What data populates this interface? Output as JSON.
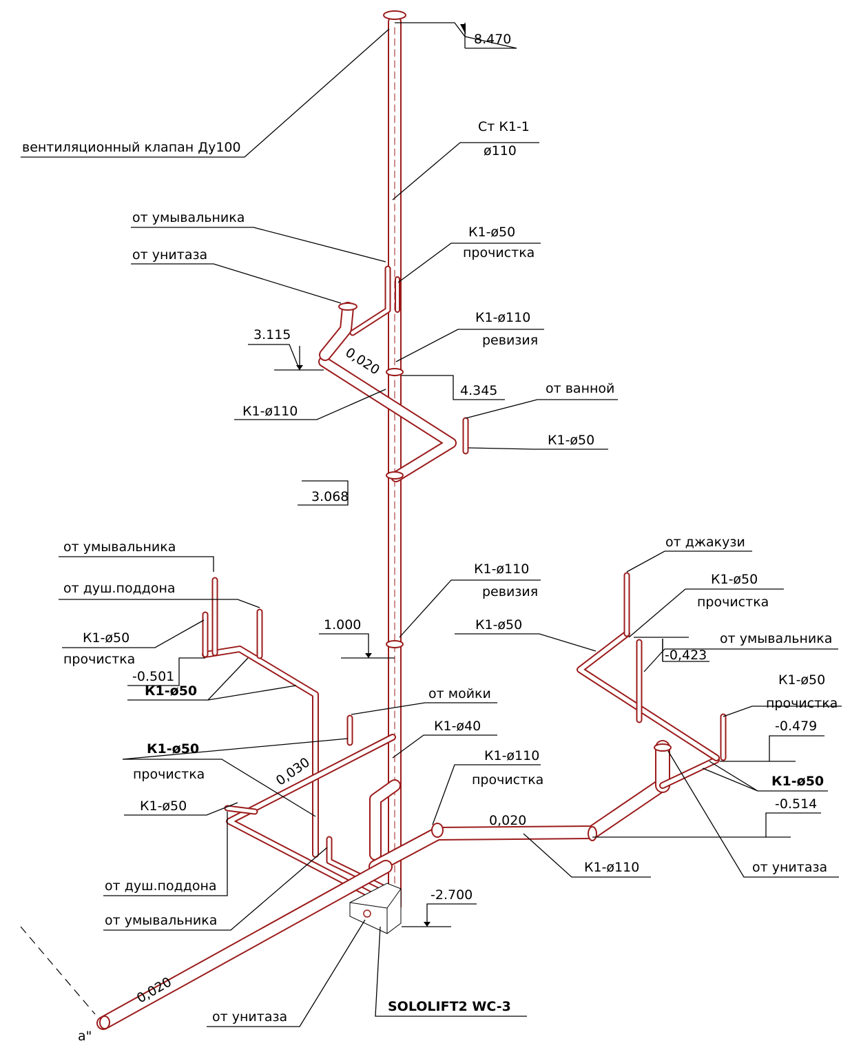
{
  "labels": {
    "vent_valve": "вентиляционный клапан Ду100",
    "riser_name": "Ст К1-1",
    "riser_diam": "ø110",
    "from_basin_top": "от умывальника",
    "from_wc_top": "от унитаза",
    "k50_top": "К1-ø50",
    "cleanout_top": "прочистка",
    "k110_rev_top": "К1-ø110",
    "revision_top": "ревизия",
    "k110_upper": "К1-ø110",
    "from_bath": "от ванной",
    "k50_bath": "К1-ø50",
    "from_basin_left": "от умывальника",
    "from_shower_left": "от душ.поддона",
    "k50_cleanout_left": "К1-ø50",
    "cleanout_left": "прочистка",
    "k50_left_bold": "К1-ø50",
    "k50_mid_bold": "К1-ø50",
    "cleanout_mid": "прочистка",
    "k50_lower": "К1-ø50",
    "from_sink": "от мойки",
    "k40": "К1-ø40",
    "k110_rev_mid": "К1-ø110",
    "revision_mid": "ревизия",
    "k110_cleanout": "К1-ø110",
    "cleanout_k110": "прочистка",
    "k110_lower": "К1-ø110",
    "from_jacuzzi": "от джакузи",
    "k50_right_top": "К1-ø50",
    "cleanout_right_top": "прочистка",
    "k50_right": "К1-ø50",
    "from_basin_right": "от умывальника",
    "k50_right_clean": "К1-ø50",
    "cleanout_right": "прочистка",
    "k50_right_bold": "К1-ø50",
    "from_wc_right": "от унитаза",
    "from_shower_low": "от душ.поддона",
    "from_basin_low": "от умывальника",
    "pump": "SOLOLIFT2 WC-3",
    "from_wc_low": "от унитаза",
    "point_a": "а\""
  },
  "levels": {
    "top": "8.470",
    "l3115": "3.115",
    "l4345": "4.345",
    "l3068": "3.068",
    "l1000": "1.000",
    "l0501": "-0.501",
    "l0423": "-0,423",
    "l0479": "-0.479",
    "l0514": "-0.514",
    "l2700": "-2.700"
  },
  "slopes": {
    "upper": "0,020",
    "left": "0,030",
    "main": "0,020",
    "outlet": "0,020"
  },
  "colors": {
    "pipe": "#9b1b1b",
    "line": "#000000",
    "background": "#ffffff"
  }
}
